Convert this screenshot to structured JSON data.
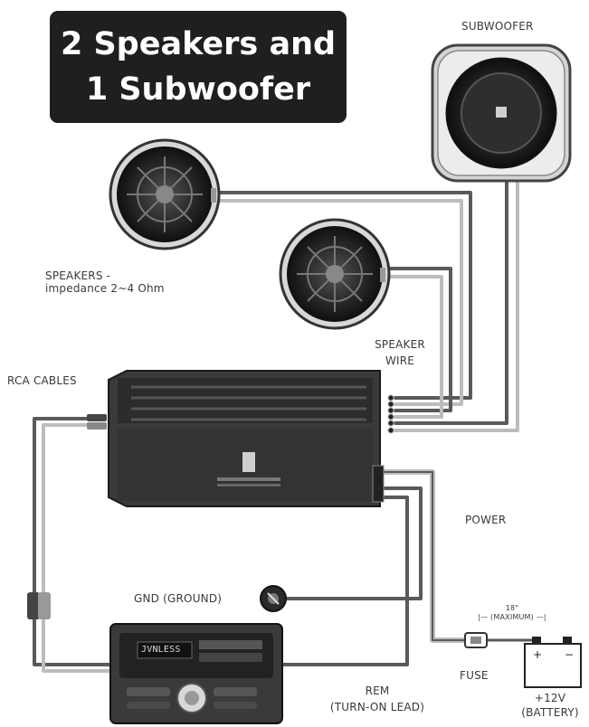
{
  "title": {
    "line1": "2 Speakers and",
    "line2": "1 Subwoofer"
  },
  "labels": {
    "subwoofer": "SUBWOOFER",
    "speakers_line1": "SPEAKERS -",
    "speakers_line2": "impedance 2~4 Ohm",
    "speaker_wire_line1": "SPEAKER",
    "speaker_wire_line2": "WIRE",
    "rca_cables": "RCA CABLES",
    "power": "POWER",
    "gnd": "GND (GROUND)",
    "fuse_distance": "18\"",
    "fuse_distance_sub": "|— (MAXIMUM) —|",
    "fuse": "FUSE",
    "rem_line1": "REM",
    "rem_line2": "(TURN-ON LEAD)",
    "battery_line1": "+12V",
    "battery_line2": "(BATTERY)",
    "head_unit_display": "JVNLESS"
  },
  "colors": {
    "title_bg": "#1f1f1f",
    "wire": "#5a5a5a",
    "wire_light": "#bdbdbd",
    "device": "#3a3a3a",
    "device_dark": "#1e1e1e"
  }
}
